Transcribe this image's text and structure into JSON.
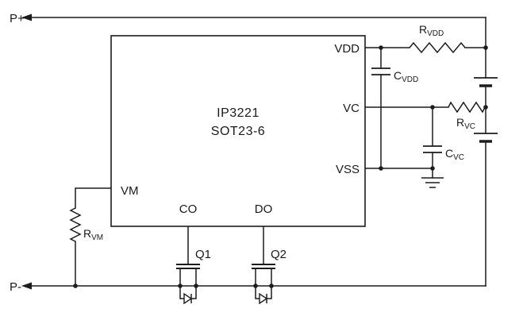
{
  "schematic": {
    "ic": {
      "name": "IP3221",
      "package": "SOT23-6",
      "pins": {
        "vdd": "VDD",
        "vc": "VC",
        "vss": "VSS",
        "vm": "VM",
        "co": "CO",
        "do": "DO"
      }
    },
    "terminals": {
      "positive": "P+",
      "negative": "P-"
    },
    "components": {
      "r_vdd": {
        "prefix": "R",
        "sub": "VDD"
      },
      "c_vdd": {
        "prefix": "C",
        "sub": "VDD"
      },
      "r_vc": {
        "prefix": "R",
        "sub": "VC"
      },
      "c_vc": {
        "prefix": "C",
        "sub": "VC"
      },
      "r_vm": {
        "prefix": "R",
        "sub": "VM"
      },
      "q1": "Q1",
      "q2": "Q2"
    },
    "colors": {
      "line": "#1c1c1c",
      "background": "#ffffff"
    }
  }
}
